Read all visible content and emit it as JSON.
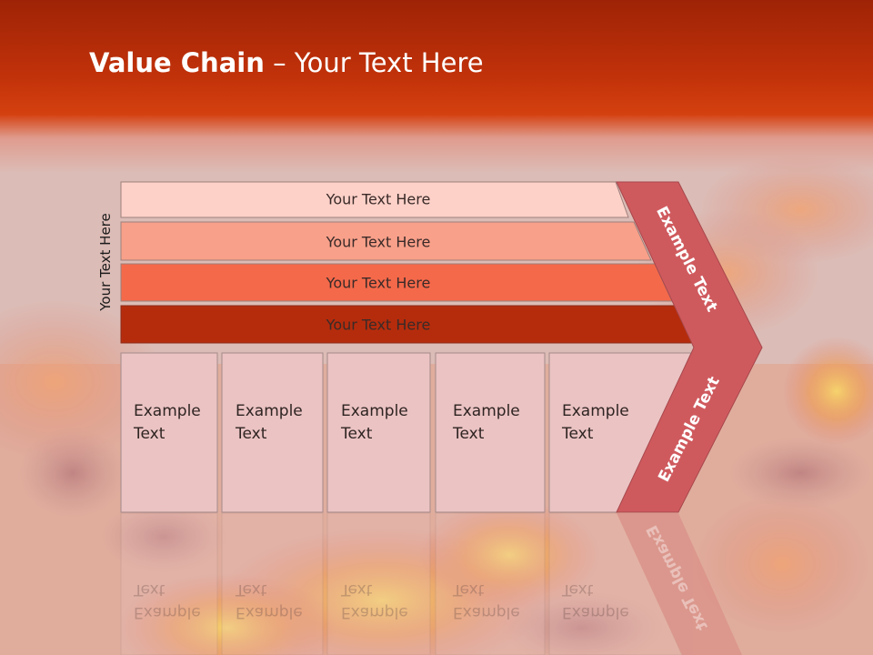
{
  "slide": {
    "title_bold": "Value Chain",
    "title_rest": " – Your Text Here",
    "side_label": "Your Text Here"
  },
  "bands": [
    {
      "label": "Your Text Here",
      "color": "#fdd1c8"
    },
    {
      "label": "Your Text Here",
      "color": "#f8a08a"
    },
    {
      "label": "Your Text Here",
      "color": "#f4694a"
    },
    {
      "label": "Your Text Here",
      "color": "#b52c0c"
    }
  ],
  "boxes": [
    {
      "label": "Example Text"
    },
    {
      "label": "Example Text"
    },
    {
      "label": "Example Text"
    },
    {
      "label": "Example Text"
    },
    {
      "label": "Example Text"
    }
  ],
  "chevron": {
    "upper_label": "Example Text",
    "lower_label": "Example Text",
    "color": "#cf5a5e"
  },
  "colors": {
    "header": "#c2320a",
    "box_fill": "#ebc3c3",
    "box_border": "#a58a8a"
  }
}
